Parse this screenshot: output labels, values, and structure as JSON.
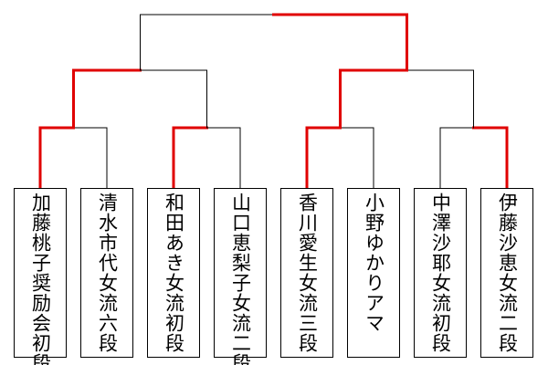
{
  "players": [
    {
      "name": "加藤桃子奨励会初段"
    },
    {
      "name": "清水市代女流六段"
    },
    {
      "name": "和田あき女流初段"
    },
    {
      "name": "山口恵梨子女流二段"
    },
    {
      "name": "香川愛生女流三段"
    },
    {
      "name": "小野ゆかりアマ"
    },
    {
      "name": "中澤沙耶女流初段"
    },
    {
      "name": "伊藤沙恵女流二段"
    }
  ],
  "bracket": {
    "round1_winners": [
      0,
      2,
      4,
      7
    ],
    "semifinal_winners": [
      0,
      2
    ],
    "final_winner": 1
  },
  "colors": {
    "winner_line": "#e00000",
    "loser_line": "#000000",
    "box_border": "#000000"
  }
}
